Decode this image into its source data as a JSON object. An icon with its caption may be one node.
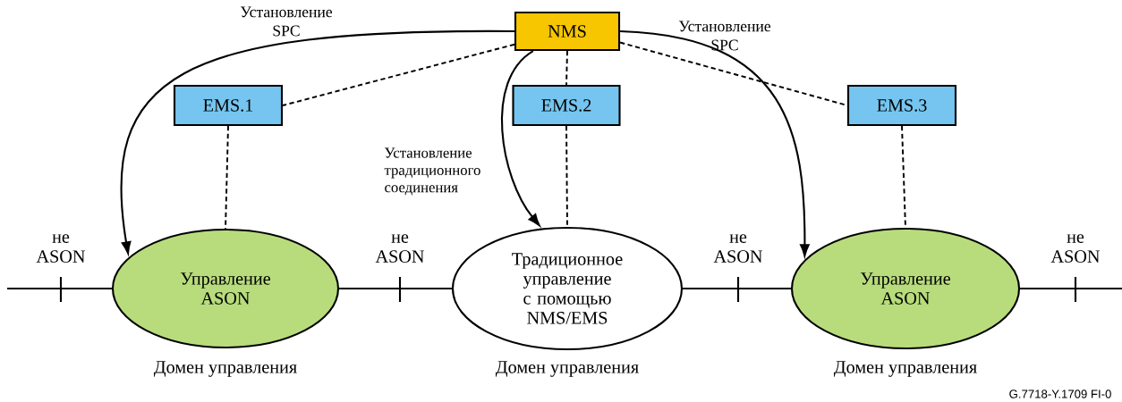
{
  "diagram": {
    "nodes": [
      {
        "text": [
          "NMS"
        ]
      },
      {
        "text": [
          "EMS.1"
        ]
      },
      {
        "text": [
          "EMS.2"
        ]
      },
      {
        "text": [
          "EMS.3"
        ]
      },
      {
        "text": [
          "Управление ASON"
        ],
        "beside": [
          "Домен управления"
        ]
      },
      {
        "text": [
          "Традиционное управление с помощью NMS/EMS"
        ],
        "beside": [
          "Домен управления"
        ]
      },
      {
        "text": [
          "Управление ASON"
        ],
        "beside": [
          "Домен управления"
        ]
      }
    ],
    "edges": [
      {
        "from": 0,
        "to": 4,
        "arrow": "to",
        "label": "Установление SPC"
      },
      {
        "from": 0,
        "to": 5,
        "arrow": "to",
        "label": "Установление традиционного соединения"
      },
      {
        "from": 0,
        "to": 6,
        "arrow": "to",
        "label": "Установление SPC"
      },
      {
        "from": 0,
        "to": 1,
        "arrow": "none",
        "style": "dashed"
      },
      {
        "from": 0,
        "to": 2,
        "arrow": "none",
        "style": "dashed"
      },
      {
        "from": 0,
        "to": 3,
        "arrow": "none",
        "style": "dashed"
      },
      {
        "from": 1,
        "to": 4,
        "arrow": "none",
        "style": "dashed"
      },
      {
        "from": 2,
        "to": 5,
        "arrow": "none",
        "style": "dashed"
      },
      {
        "from": 3,
        "to": 6,
        "arrow": "none",
        "style": "dashed"
      },
      {
        "from": null,
        "to": 4,
        "arrow": "none"
      },
      {
        "from": 4,
        "to": 5,
        "arrow": "none"
      },
      {
        "from": 5,
        "to": 6,
        "arrow": "none"
      },
      {
        "from": 6,
        "to": null,
        "arrow": "none"
      }
    ],
    "labels": [
      "не ASON",
      "не ASON",
      "не ASON",
      "не ASON",
      "G.7718-Y.1709 FI-0"
    ]
  }
}
